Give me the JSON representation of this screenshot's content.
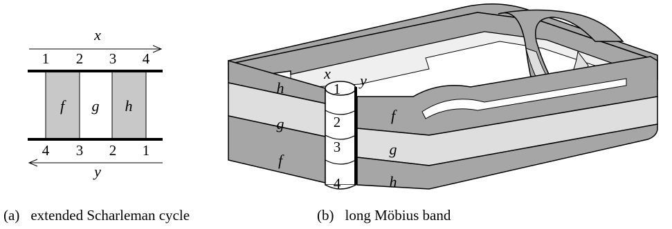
{
  "panel_a": {
    "top_arrow_label": "x",
    "bottom_arrow_label": "y",
    "top_numbers": [
      "1",
      "2",
      "3",
      "4"
    ],
    "bottom_numbers": [
      "4",
      "3",
      "2",
      "1"
    ],
    "cells": [
      "f",
      "g",
      "h"
    ]
  },
  "panel_b": {
    "left_layers": [
      "h",
      "g",
      "f"
    ],
    "right_layers": [
      "f",
      "g",
      "h"
    ],
    "column_numbers": [
      "1",
      "2",
      "3",
      "4"
    ],
    "label_x": "x",
    "label_y": "y"
  },
  "captions": {
    "a_tag": "(a)",
    "a_text": "extended Scharleman cycle",
    "b_tag": "(b)",
    "b_text": "long Möbius band"
  },
  "colors": {
    "dark_band": "#a6a6a6",
    "light_band": "#dedede",
    "cell_fill": "#c8c8c8",
    "line": "#000000"
  }
}
